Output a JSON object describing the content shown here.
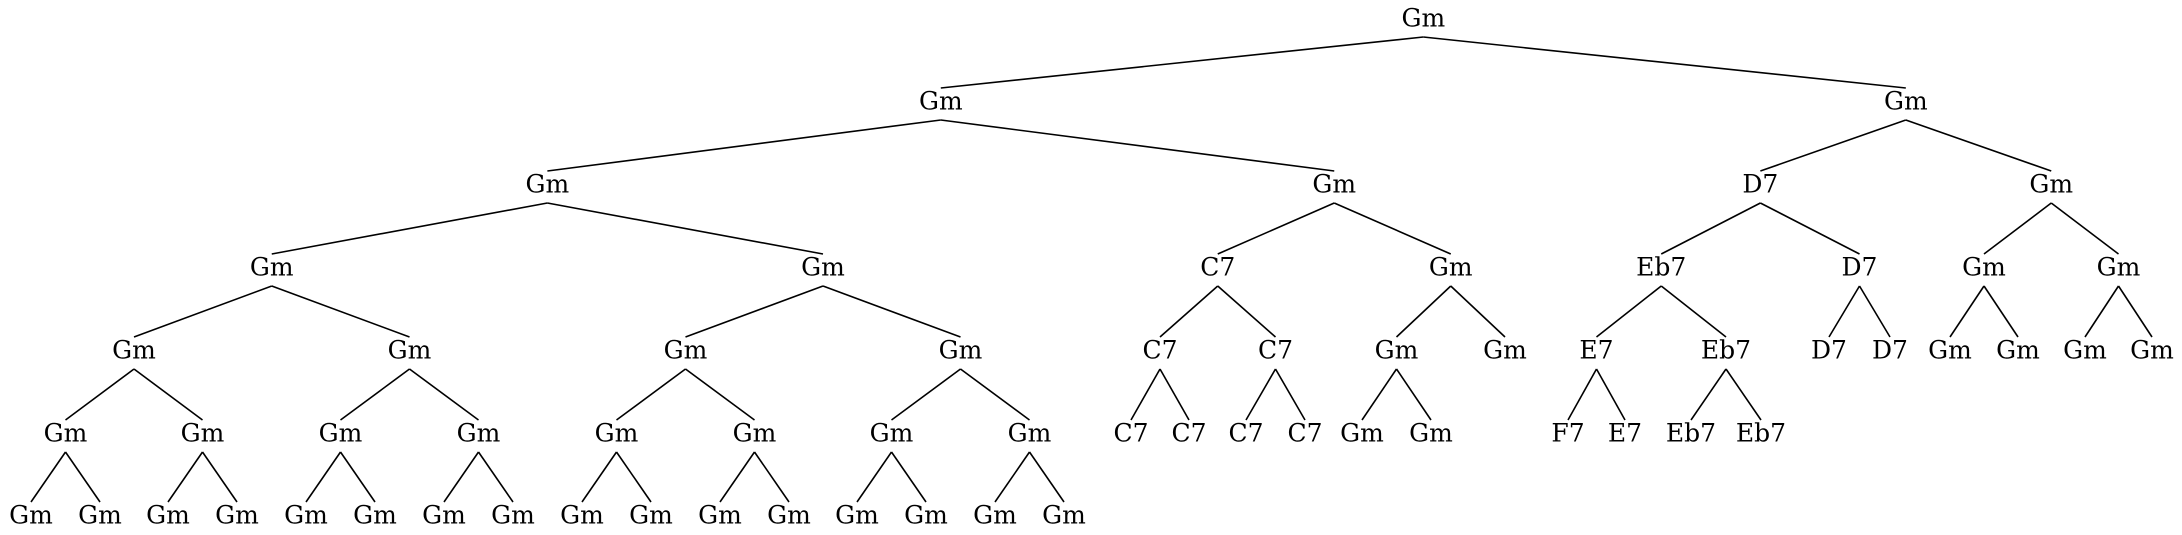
{
  "tree": {
    "label": "Gm",
    "children": [
      {
        "label": "Gm",
        "children": [
          {
            "label": "Gm",
            "children": [
              {
                "label": "Gm",
                "children": [
                  {
                    "label": "Gm",
                    "children": [
                      {
                        "label": "Gm",
                        "children": [
                          {
                            "label": "Gm"
                          },
                          {
                            "label": "Gm"
                          }
                        ]
                      },
                      {
                        "label": "Gm",
                        "children": [
                          {
                            "label": "Gm"
                          },
                          {
                            "label": "Gm"
                          }
                        ]
                      }
                    ]
                  },
                  {
                    "label": "Gm",
                    "children": [
                      {
                        "label": "Gm",
                        "children": [
                          {
                            "label": "Gm"
                          },
                          {
                            "label": "Gm"
                          }
                        ]
                      },
                      {
                        "label": "Gm",
                        "children": [
                          {
                            "label": "Gm"
                          },
                          {
                            "label": "Gm"
                          }
                        ]
                      }
                    ]
                  }
                ]
              },
              {
                "label": "Gm",
                "children": [
                  {
                    "label": "Gm",
                    "children": [
                      {
                        "label": "Gm",
                        "children": [
                          {
                            "label": "Gm"
                          },
                          {
                            "label": "Gm"
                          }
                        ]
                      },
                      {
                        "label": "Gm",
                        "children": [
                          {
                            "label": "Gm"
                          },
                          {
                            "label": "Gm"
                          }
                        ]
                      }
                    ]
                  },
                  {
                    "label": "Gm",
                    "children": [
                      {
                        "label": "Gm",
                        "children": [
                          {
                            "label": "Gm"
                          },
                          {
                            "label": "Gm"
                          }
                        ]
                      },
                      {
                        "label": "Gm",
                        "children": [
                          {
                            "label": "Gm"
                          },
                          {
                            "label": "Gm"
                          }
                        ]
                      }
                    ]
                  }
                ]
              }
            ]
          },
          {
            "label": "Gm",
            "children": [
              {
                "label": "C7",
                "children": [
                  {
                    "label": "C7",
                    "children": [
                      {
                        "label": "C7"
                      },
                      {
                        "label": "C7"
                      }
                    ]
                  },
                  {
                    "label": "C7",
                    "children": [
                      {
                        "label": "C7"
                      },
                      {
                        "label": "C7"
                      }
                    ]
                  }
                ]
              },
              {
                "label": "Gm",
                "children": [
                  {
                    "label": "Gm",
                    "children": [
                      {
                        "label": "Gm"
                      },
                      {
                        "label": "Gm"
                      }
                    ]
                  },
                  {
                    "label": "Gm"
                  }
                ]
              }
            ]
          }
        ]
      },
      {
        "label": "Gm",
        "children": [
          {
            "label": "D7",
            "children": [
              {
                "label": "Eb7",
                "children": [
                  {
                    "label": "E7",
                    "children": [
                      {
                        "label": "F7"
                      },
                      {
                        "label": "E7"
                      }
                    ]
                  },
                  {
                    "label": "Eb7",
                    "children": [
                      {
                        "label": "Eb7"
                      },
                      {
                        "label": "Eb7"
                      }
                    ]
                  }
                ]
              },
              {
                "label": "D7",
                "children": [
                  {
                    "label": "D7"
                  },
                  {
                    "label": "D7"
                  }
                ]
              }
            ]
          },
          {
            "label": "Gm",
            "children": [
              {
                "label": "Gm",
                "children": [
                  {
                    "label": "Gm"
                  },
                  {
                    "label": "Gm"
                  }
                ]
              },
              {
                "label": "Gm",
                "children": [
                  {
                    "label": "Gm"
                  },
                  {
                    "label": "Gm"
                  }
                ]
              }
            ]
          }
        ]
      }
    ]
  }
}
